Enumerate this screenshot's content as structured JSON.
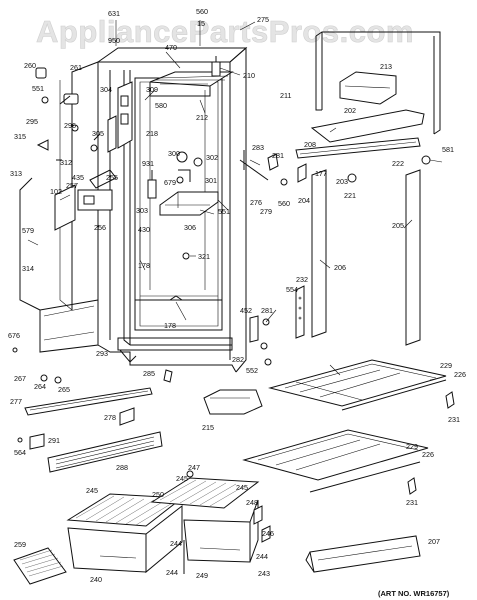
{
  "watermark": "AppliancePartsPros.com",
  "art_number": "(ART NO. WR16757)",
  "callouts": [
    {
      "id": "c631",
      "text": "631"
    },
    {
      "id": "c560a",
      "text": "560"
    },
    {
      "id": "c15",
      "text": "15"
    },
    {
      "id": "c275",
      "text": "275"
    },
    {
      "id": "c950",
      "text": "950"
    },
    {
      "id": "c470",
      "text": "470"
    },
    {
      "id": "c260",
      "text": "260"
    },
    {
      "id": "c261",
      "text": "261"
    },
    {
      "id": "c551",
      "text": "551"
    },
    {
      "id": "c304",
      "text": "304"
    },
    {
      "id": "c309",
      "text": "309"
    },
    {
      "id": "c210",
      "text": "210"
    },
    {
      "id": "c213",
      "text": "213"
    },
    {
      "id": "c580",
      "text": "580"
    },
    {
      "id": "c212",
      "text": "212"
    },
    {
      "id": "c295",
      "text": "295"
    },
    {
      "id": "c296",
      "text": "296"
    },
    {
      "id": "c305",
      "text": "305"
    },
    {
      "id": "c218",
      "text": "218"
    },
    {
      "id": "c211",
      "text": "211"
    },
    {
      "id": "c202",
      "text": "202"
    },
    {
      "id": "c315",
      "text": "315"
    },
    {
      "id": "c300",
      "text": "300"
    },
    {
      "id": "c302",
      "text": "302"
    },
    {
      "id": "c283",
      "text": "283"
    },
    {
      "id": "c208",
      "text": "208"
    },
    {
      "id": "c581",
      "text": "581"
    },
    {
      "id": "c312",
      "text": "312"
    },
    {
      "id": "c931",
      "text": "931"
    },
    {
      "id": "c679",
      "text": "679"
    },
    {
      "id": "c301",
      "text": "301"
    },
    {
      "id": "c281a",
      "text": "281"
    },
    {
      "id": "c177",
      "text": "177"
    },
    {
      "id": "c222",
      "text": "222"
    },
    {
      "id": "c313",
      "text": "313"
    },
    {
      "id": "c435",
      "text": "435"
    },
    {
      "id": "c255",
      "text": "255"
    },
    {
      "id": "c276",
      "text": "276"
    },
    {
      "id": "c203",
      "text": "203"
    },
    {
      "id": "c102",
      "text": "102"
    },
    {
      "id": "c257",
      "text": "257"
    },
    {
      "id": "c303",
      "text": "303"
    },
    {
      "id": "c551b",
      "text": "551"
    },
    {
      "id": "c204",
      "text": "204"
    },
    {
      "id": "c221",
      "text": "221"
    },
    {
      "id": "c279",
      "text": "279"
    },
    {
      "id": "c560b",
      "text": "560"
    },
    {
      "id": "c256",
      "text": "256"
    },
    {
      "id": "c306",
      "text": "306"
    },
    {
      "id": "c205",
      "text": "205"
    },
    {
      "id": "c579",
      "text": "579"
    },
    {
      "id": "c430",
      "text": "430"
    },
    {
      "id": "c206",
      "text": "206"
    },
    {
      "id": "c178a",
      "text": "178"
    },
    {
      "id": "c321",
      "text": "321"
    },
    {
      "id": "c314",
      "text": "314"
    },
    {
      "id": "c232",
      "text": "232"
    },
    {
      "id": "c554",
      "text": "554"
    },
    {
      "id": "c452",
      "text": "452"
    },
    {
      "id": "c281b",
      "text": "281"
    },
    {
      "id": "c178b",
      "text": "178"
    },
    {
      "id": "c676",
      "text": "676"
    },
    {
      "id": "c293",
      "text": "293"
    },
    {
      "id": "c282",
      "text": "282"
    },
    {
      "id": "c229a",
      "text": "229"
    },
    {
      "id": "c552",
      "text": "552"
    },
    {
      "id": "c226a",
      "text": "226"
    },
    {
      "id": "c267",
      "text": "267"
    },
    {
      "id": "c264",
      "text": "264"
    },
    {
      "id": "c265",
      "text": "265"
    },
    {
      "id": "c285",
      "text": "285"
    },
    {
      "id": "c277",
      "text": "277"
    },
    {
      "id": "c231a",
      "text": "231"
    },
    {
      "id": "c278",
      "text": "278"
    },
    {
      "id": "c215",
      "text": "215"
    },
    {
      "id": "c291",
      "text": "291"
    },
    {
      "id": "c564",
      "text": "564"
    },
    {
      "id": "c288",
      "text": "288"
    },
    {
      "id": "c229b",
      "text": "229"
    },
    {
      "id": "c226b",
      "text": "226"
    },
    {
      "id": "c247",
      "text": "247"
    },
    {
      "id": "c245a",
      "text": "245"
    },
    {
      "id": "c245b",
      "text": "245"
    },
    {
      "id": "c250",
      "text": "250"
    },
    {
      "id": "c245c",
      "text": "245"
    },
    {
      "id": "c248",
      "text": "248"
    },
    {
      "id": "c231b",
      "text": "231"
    },
    {
      "id": "c246",
      "text": "246"
    },
    {
      "id": "c259",
      "text": "259"
    },
    {
      "id": "c207",
      "text": "207"
    },
    {
      "id": "c244a",
      "text": "244"
    },
    {
      "id": "c244b",
      "text": "244"
    },
    {
      "id": "c243",
      "text": "243"
    },
    {
      "id": "c240",
      "text": "240"
    },
    {
      "id": "c244c",
      "text": "244"
    },
    {
      "id": "c249",
      "text": "249"
    }
  ]
}
